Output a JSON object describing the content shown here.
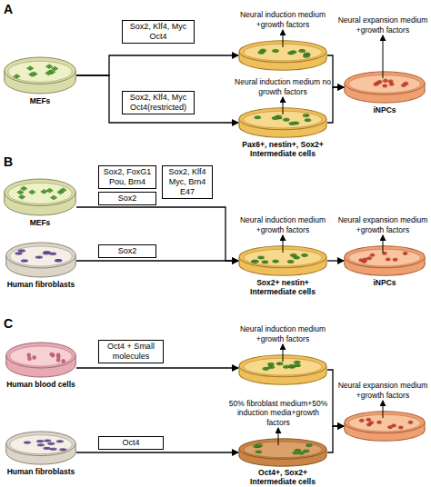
{
  "diagram": {
    "nodes": [
      {
        "text": [
          "MEFs"
        ]
      },
      {
        "text": [
          "Sox2, Klf4, Myc Oct4"
        ]
      },
      {
        "text": [
          "Sox2, Klf4, Myc Oct4(restricted)"
        ]
      },
      {
        "text": [
          "Neural induction medium +growth factors"
        ]
      },
      {
        "text": [
          "Neural induction medium no growth factors",
          "Pax6+, nestin+, Sox2+ Intermediate cells"
        ]
      },
      {
        "text": [
          "Neural expansion medium +growth factors",
          "iNPCs"
        ]
      },
      {
        "text": [
          "MEFs"
        ]
      },
      {
        "text": [
          "Human fibroblasts"
        ]
      },
      {
        "text": [
          "Sox2, FoxG1 Pou, Brn4"
        ]
      },
      {
        "text": [
          "Sox2, Klf4 Myc, Brn4 E47"
        ]
      },
      {
        "text": [
          "Sox2"
        ]
      },
      {
        "text": [
          "Sox2"
        ]
      },
      {
        "text": [
          "Neural induction medium +growth factors",
          "Sox2+ nestin+ Intermediate cells"
        ]
      },
      {
        "text": [
          "Neural expansion medium +growth factors",
          "iNPCs"
        ]
      },
      {
        "text": [
          "Human blood cells"
        ]
      },
      {
        "text": [
          "Human fibroblasts"
        ]
      },
      {
        "text": [
          "Oct4 + Small molecules"
        ]
      },
      {
        "text": [
          "Oct4"
        ]
      },
      {
        "text": [
          "Neural induction medium +growth factors"
        ]
      },
      {
        "text": [
          "50% fibroblast medium+50% induction media+growth factors",
          "Oct4+, Sox2+ Intermediate cells"
        ]
      },
      {
        "text": [
          "Neural expansion medium +growth factors"
        ]
      }
    ],
    "edges": [
      {
        "from": 0,
        "to": 3,
        "arrow": "to"
      },
      {
        "from": 0,
        "to": 4,
        "arrow": "to"
      },
      {
        "from": 3,
        "to": 5,
        "arrow": "to"
      },
      {
        "from": 4,
        "to": 5,
        "arrow": "to"
      },
      {
        "from": 6,
        "to": 12,
        "arrow": "to"
      },
      {
        "from": 7,
        "to": 12,
        "arrow": "to"
      },
      {
        "from": 12,
        "to": 13,
        "arrow": "to"
      },
      {
        "from": 14,
        "to": 18,
        "arrow": "to"
      },
      {
        "from": 15,
        "to": 19,
        "arrow": "to"
      },
      {
        "from": 18,
        "to": 20,
        "arrow": "to"
      },
      {
        "from": 19,
        "to": 20,
        "arrow": "to"
      }
    ],
    "labels": [
      "A",
      "B",
      "C"
    ]
  }
}
